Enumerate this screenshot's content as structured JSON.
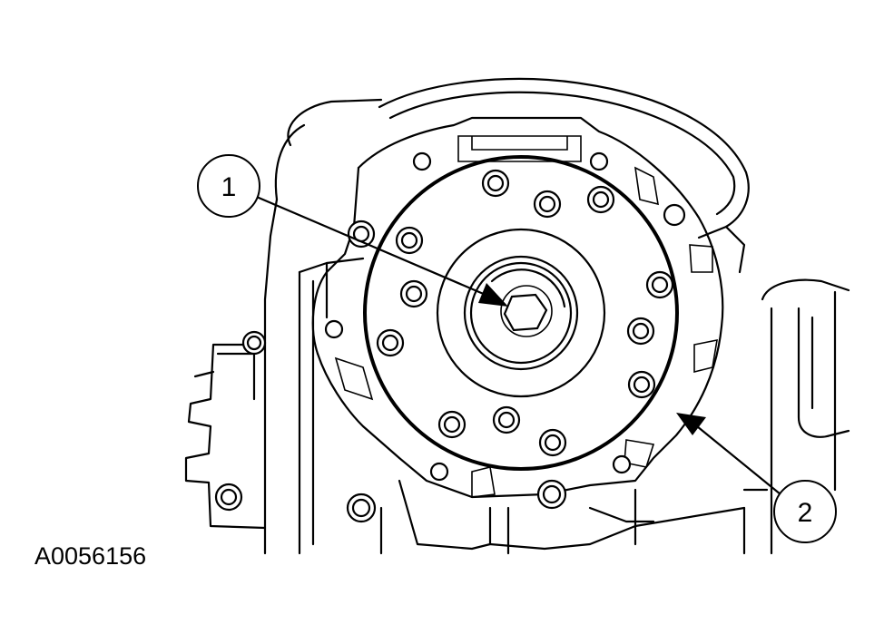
{
  "figure_id": "A0056156",
  "callouts": [
    {
      "number": "1"
    },
    {
      "number": "2"
    }
  ]
}
